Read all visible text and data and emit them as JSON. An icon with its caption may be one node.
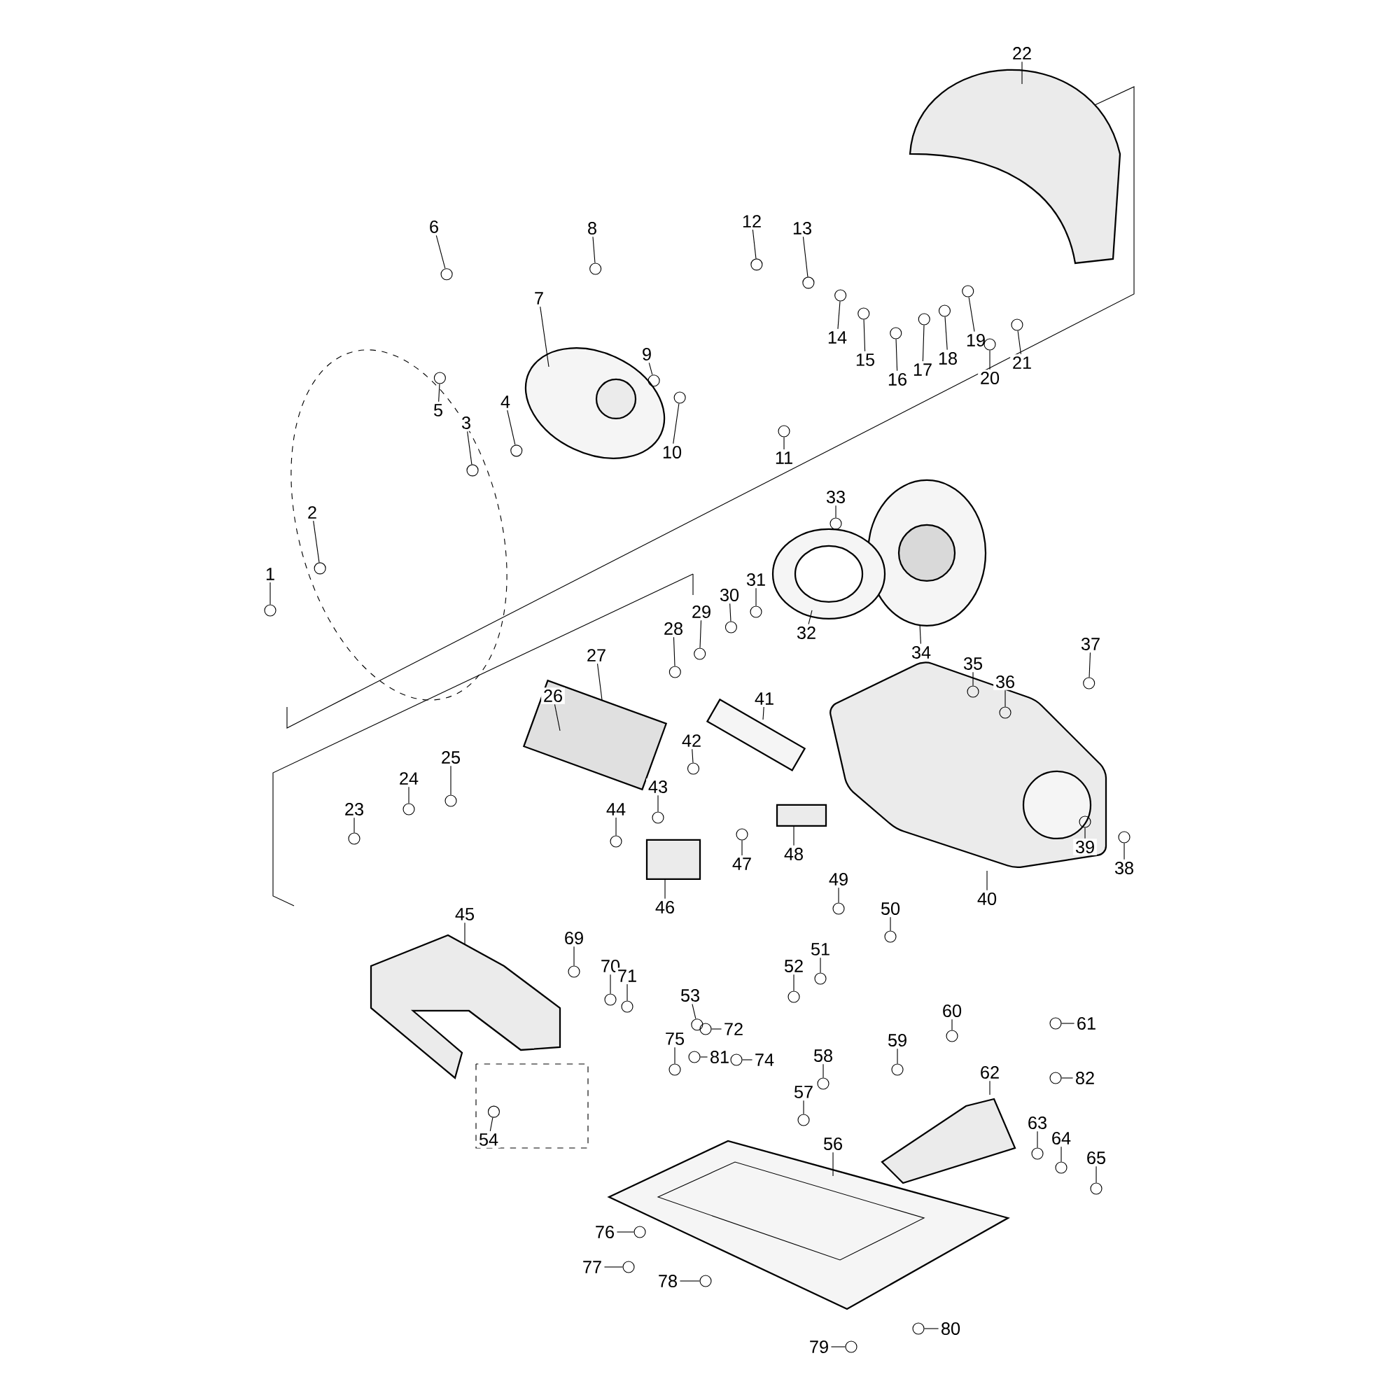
{
  "diagram": {
    "nodes": [
      {
        "text": [
          "1"
        ]
      },
      {
        "text": [
          "2"
        ]
      },
      {
        "text": [
          "3"
        ]
      },
      {
        "text": [
          "4"
        ]
      },
      {
        "text": [
          "5"
        ]
      },
      {
        "text": [
          "6"
        ]
      },
      {
        "text": [
          "7"
        ]
      },
      {
        "text": [
          "8"
        ]
      },
      {
        "text": [
          "9"
        ]
      },
      {
        "text": [
          "10"
        ]
      },
      {
        "text": [
          "11"
        ]
      },
      {
        "text": [
          "12"
        ]
      },
      {
        "text": [
          "13"
        ]
      },
      {
        "text": [
          "14"
        ]
      },
      {
        "text": [
          "15"
        ]
      },
      {
        "text": [
          "16"
        ]
      },
      {
        "text": [
          "17"
        ]
      },
      {
        "text": [
          "18"
        ]
      },
      {
        "text": [
          "19"
        ]
      },
      {
        "text": [
          "20"
        ]
      },
      {
        "text": [
          "21"
        ]
      },
      {
        "text": [
          "22"
        ]
      },
      {
        "text": [
          "23"
        ]
      },
      {
        "text": [
          "24"
        ]
      },
      {
        "text": [
          "25"
        ]
      },
      {
        "text": [
          "26"
        ]
      },
      {
        "text": [
          "27"
        ]
      },
      {
        "text": [
          "28"
        ]
      },
      {
        "text": [
          "29"
        ]
      },
      {
        "text": [
          "30"
        ]
      },
      {
        "text": [
          "31"
        ]
      },
      {
        "text": [
          "32"
        ]
      },
      {
        "text": [
          "33"
        ]
      },
      {
        "text": [
          "34"
        ]
      },
      {
        "text": [
          "35"
        ]
      },
      {
        "text": [
          "36"
        ]
      },
      {
        "text": [
          "37"
        ]
      },
      {
        "text": [
          "38"
        ]
      },
      {
        "text": [
          "39"
        ]
      },
      {
        "text": [
          "40"
        ]
      },
      {
        "text": [
          "41"
        ]
      },
      {
        "text": [
          "42"
        ]
      },
      {
        "text": [
          "43"
        ]
      },
      {
        "text": [
          "44"
        ]
      },
      {
        "text": [
          "45"
        ]
      },
      {
        "text": [
          "46"
        ]
      },
      {
        "text": [
          "47"
        ]
      },
      {
        "text": [
          "48"
        ]
      },
      {
        "text": [
          "49"
        ]
      },
      {
        "text": [
          "50"
        ]
      },
      {
        "text": [
          "51"
        ]
      },
      {
        "text": [
          "52"
        ]
      },
      {
        "text": [
          "53"
        ]
      },
      {
        "text": [
          "54"
        ]
      },
      {
        "text": [
          "56"
        ]
      },
      {
        "text": [
          "57"
        ]
      },
      {
        "text": [
          "58"
        ]
      },
      {
        "text": [
          "59"
        ]
      },
      {
        "text": [
          "60"
        ]
      },
      {
        "text": [
          "61"
        ]
      },
      {
        "text": [
          "62"
        ]
      },
      {
        "text": [
          "63"
        ]
      },
      {
        "text": [
          "64"
        ]
      },
      {
        "text": [
          "65"
        ]
      },
      {
        "text": [
          "69"
        ]
      },
      {
        "text": [
          "70"
        ]
      },
      {
        "text": [
          "71"
        ]
      },
      {
        "text": [
          "72"
        ]
      },
      {
        "text": [
          "74"
        ]
      },
      {
        "text": [
          "75"
        ]
      },
      {
        "text": [
          "76"
        ]
      },
      {
        "text": [
          "77"
        ]
      },
      {
        "text": [
          "78"
        ]
      },
      {
        "text": [
          "79"
        ]
      },
      {
        "text": [
          "80"
        ]
      },
      {
        "text": [
          "81"
        ]
      },
      {
        "text": [
          "82"
        ]
      },
      {
        "text": [],
        "shape": "circle"
      },
      {
        "text": [],
        "shape": "circle"
      },
      {
        "text": [],
        "shape": "circle"
      },
      {
        "text": [],
        "shape": "circle"
      },
      {
        "text": [],
        "shape": "circle"
      },
      {
        "text": [],
        "shape": "circle"
      },
      {
        "text": [],
        "shape": "circle"
      },
      {
        "text": [],
        "shape": "circle"
      },
      {
        "text": [],
        "shape": "circle"
      },
      {
        "text": [],
        "shape": "circle"
      },
      {
        "text": [],
        "shape": "circle"
      },
      {
        "text": [],
        "shape": "circle"
      },
      {
        "text": [],
        "shape": "circle"
      },
      {
        "text": [],
        "shape": "circle"
      },
      {
        "text": [],
        "shape": "circle"
      },
      {
        "text": [],
        "shape": "circle"
      },
      {
        "text": [],
        "shape": "circle"
      },
      {
        "text": [],
        "shape": "circle"
      },
      {
        "text": [],
        "shape": "circle"
      },
      {
        "text": [],
        "shape": "circle"
      },
      {
        "text": [],
        "shape": "circle"
      },
      {
        "text": [],
        "shape": "circle"
      },
      {
        "text": [],
        "shape": "circle"
      },
      {
        "text": [],
        "shape": "circle"
      },
      {
        "text": [],
        "shape": "circle"
      },
      {
        "text": [],
        "shape": "circle"
      },
      {
        "text": [],
        "shape": "circle"
      },
      {
        "text": [],
        "shape": "circle"
      },
      {
        "text": [],
        "shape": "circle"
      },
      {
        "text": [],
        "shape": "circle"
      },
      {
        "text": [],
        "shape": "circle"
      },
      {
        "text": [],
        "shape": "circle"
      },
      {
        "text": [],
        "shape": "circle"
      },
      {
        "text": [],
        "shape": "circle"
      },
      {
        "text": [],
        "shape": "circle"
      },
      {
        "text": [],
        "shape": "circle"
      },
      {
        "text": [],
        "shape": "circle"
      },
      {
        "text": [],
        "shape": "circle"
      },
      {
        "text": [],
        "shape": "circle"
      },
      {
        "text": [],
        "shape": "circle"
      },
      {
        "text": [],
        "shape": "circle"
      },
      {
        "text": [],
        "shape": "circle"
      },
      {
        "text": [],
        "shape": "circle"
      },
      {
        "text": [],
        "shape": "circle"
      },
      {
        "text": [],
        "shape": "circle"
      },
      {
        "text": [],
        "shape": "circle"
      },
      {
        "text": [],
        "shape": "circle"
      },
      {
        "text": [],
        "shape": "circle"
      },
      {
        "text": [],
        "shape": "circle"
      },
      {
        "text": [],
        "shape": "circle"
      },
      {
        "text": [],
        "shape": "circle"
      },
      {
        "text": [],
        "shape": "circle"
      },
      {
        "text": [],
        "shape": "circle"
      },
      {
        "text": [],
        "shape": "circle"
      },
      {
        "text": [],
        "shape": "circle"
      },
      {
        "text": [],
        "shape": "circle"
      },
      {
        "text": [],
        "shape": "circle"
      },
      {
        "text": [],
        "shape": "circle"
      },
      {
        "text": [],
        "shape": "circle"
      },
      {
        "text": [],
        "shape": "circle"
      },
      {
        "text": [],
        "shape": "circle"
      },
      {
        "text": [],
        "shape": "circle"
      },
      {
        "text": [],
        "shape": "circle"
      },
      {
        "text": [],
        "shape": "circle"
      }
    ],
    "edges": [
      {
        "from": 0,
        "to": 77,
        "arrow": "none"
      },
      {
        "from": 1,
        "to": 78,
        "arrow": "none"
      },
      {
        "from": 2,
        "to": 79,
        "arrow": "none"
      },
      {
        "from": 3,
        "to": 80,
        "arrow": "none"
      },
      {
        "from": 4,
        "to": 81,
        "arrow": "none"
      },
      {
        "from": 5,
        "to": 82,
        "arrow": "none"
      },
      {
        "from": 6,
        "to": null,
        "arrow": "none"
      },
      {
        "from": 7,
        "to": 83,
        "arrow": "none"
      },
      {
        "from": 8,
        "to": 84,
        "arrow": "none"
      },
      {
        "from": 9,
        "to": 85,
        "arrow": "none"
      },
      {
        "from": 10,
        "to": 86,
        "arrow": "none"
      },
      {
        "from": 11,
        "to": 87,
        "arrow": "none"
      },
      {
        "from": 12,
        "to": 88,
        "arrow": "none"
      },
      {
        "from": 13,
        "to": 89,
        "arrow": "none"
      },
      {
        "from": 14,
        "to": 90,
        "arrow": "none"
      },
      {
        "from": 15,
        "to": 91,
        "arrow": "none"
      },
      {
        "from": 16,
        "to": 92,
        "arrow": "none"
      },
      {
        "from": 17,
        "to": 93,
        "arrow": "none"
      },
      {
        "from": 18,
        "to": 94,
        "arrow": "none"
      },
      {
        "from": 19,
        "to": 95,
        "arrow": "none"
      },
      {
        "from": 20,
        "to": 96,
        "arrow": "none"
      },
      {
        "from": 21,
        "to": null,
        "arrow": "none"
      },
      {
        "from": 22,
        "to": 97,
        "arrow": "none"
      },
      {
        "from": 23,
        "to": 98,
        "arrow": "none"
      },
      {
        "from": 24,
        "to": 99,
        "arrow": "none"
      },
      {
        "from": 25,
        "to": null,
        "arrow": "none"
      },
      {
        "from": 26,
        "to": null,
        "arrow": "none"
      },
      {
        "from": 27,
        "to": 100,
        "arrow": "none"
      },
      {
        "from": 28,
        "to": 101,
        "arrow": "none"
      },
      {
        "from": 29,
        "to": 102,
        "arrow": "none"
      },
      {
        "from": 30,
        "to": 103,
        "arrow": "none"
      },
      {
        "from": 31,
        "to": null,
        "arrow": "none"
      },
      {
        "from": 32,
        "to": 104,
        "arrow": "none"
      },
      {
        "from": 33,
        "to": null,
        "arrow": "none"
      },
      {
        "from": 34,
        "to": 105,
        "arrow": "none"
      },
      {
        "from": 35,
        "to": 106,
        "arrow": "none"
      },
      {
        "from": 36,
        "to": 107,
        "arrow": "none"
      },
      {
        "from": 37,
        "to": 108,
        "arrow": "none"
      },
      {
        "from": 38,
        "to": 109,
        "arrow": "none"
      },
      {
        "from": 39,
        "to": null,
        "arrow": "none"
      },
      {
        "from": 40,
        "to": null,
        "arrow": "none"
      },
      {
        "from": 41,
        "to": 110,
        "arrow": "none"
      },
      {
        "from": 42,
        "to": 111,
        "arrow": "none"
      },
      {
        "from": 43,
        "to": 112,
        "arrow": "none"
      },
      {
        "from": 44,
        "to": null,
        "arrow": "none"
      },
      {
        "from": 45,
        "to": null,
        "arrow": "none"
      },
      {
        "from": 46,
        "to": 113,
        "arrow": "none"
      },
      {
        "from": 47,
        "to": null,
        "arrow": "none"
      },
      {
        "from": 48,
        "to": 114,
        "arrow": "none"
      },
      {
        "from": 49,
        "to": 115,
        "arrow": "none"
      },
      {
        "from": 50,
        "to": 116,
        "arrow": "none"
      },
      {
        "from": 51,
        "to": 117,
        "arrow": "none"
      },
      {
        "from": 52,
        "to": 140,
        "arrow": "none"
      },
      {
        "from": 53,
        "to": 118,
        "arrow": "none"
      },
      {
        "from": 54,
        "to": null,
        "arrow": "none"
      },
      {
        "from": 55,
        "to": 119,
        "arrow": "none"
      },
      {
        "from": 56,
        "to": 120,
        "arrow": "none"
      },
      {
        "from": 57,
        "to": 121,
        "arrow": "none"
      },
      {
        "from": 58,
        "to": 122,
        "arrow": "none"
      },
      {
        "from": 59,
        "to": 123,
        "arrow": "none"
      },
      {
        "from": 60,
        "to": null,
        "arrow": "none"
      },
      {
        "from": 61,
        "to": 124,
        "arrow": "none"
      },
      {
        "from": 62,
        "to": 125,
        "arrow": "none"
      },
      {
        "from": 63,
        "to": 126,
        "arrow": "none"
      },
      {
        "from": 64,
        "to": 127,
        "arrow": "none"
      },
      {
        "from": 65,
        "to": 128,
        "arrow": "none"
      },
      {
        "from": 66,
        "to": 129,
        "arrow": "none"
      },
      {
        "from": 67,
        "to": 130,
        "arrow": "none"
      },
      {
        "from": 68,
        "to": 131,
        "arrow": "none"
      },
      {
        "from": 69,
        "to": 132,
        "arrow": "none"
      },
      {
        "from": 70,
        "to": 133,
        "arrow": "none"
      },
      {
        "from": 71,
        "to": 134,
        "arrow": "none"
      },
      {
        "from": 72,
        "to": 135,
        "arrow": "none"
      },
      {
        "from": 73,
        "to": 136,
        "arrow": "none"
      },
      {
        "from": 74,
        "to": 137,
        "arrow": "none"
      },
      {
        "from": 75,
        "to": 138,
        "arrow": "none"
      },
      {
        "from": 76,
        "to": 139,
        "arrow": "none"
      }
    ]
  }
}
